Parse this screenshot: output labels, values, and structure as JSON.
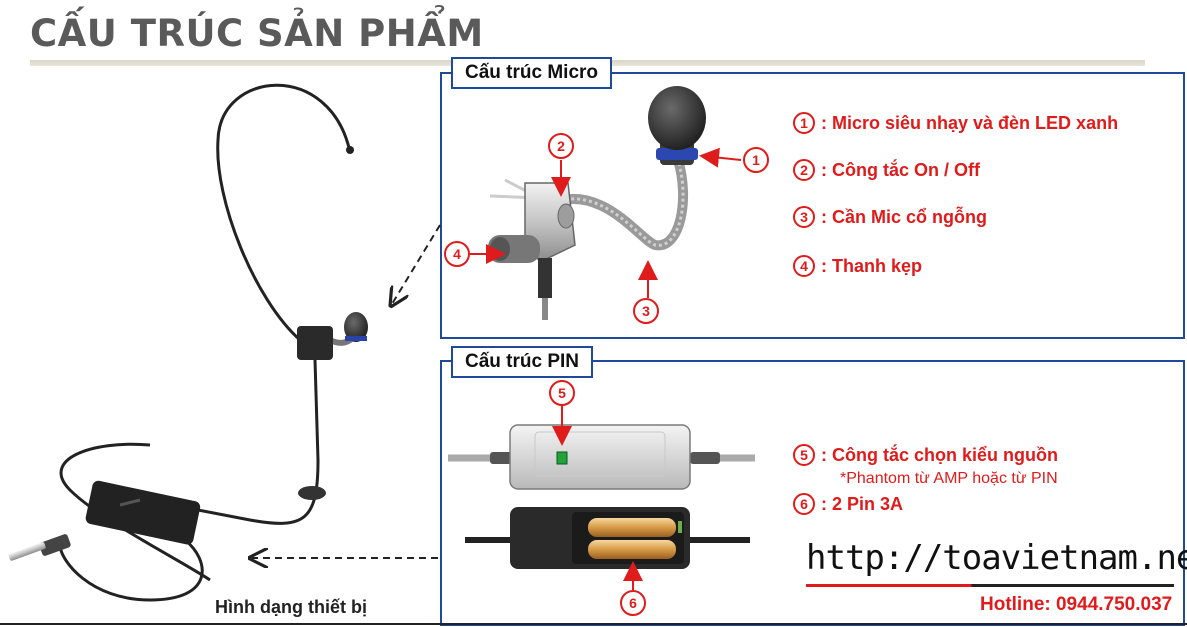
{
  "title": "CẤU TRÚC SẢN PHẨM",
  "mic_section": {
    "label": "Cấu trúc Micro",
    "items": [
      {
        "num": "1",
        "text": ": Micro siêu nhạy và đèn LED xanh"
      },
      {
        "num": "2",
        "text": ": Công tắc On / Off"
      },
      {
        "num": "3",
        "text": ": Cần Mic cổ ngỗng"
      },
      {
        "num": "4",
        "text": ": Thanh kẹp"
      }
    ]
  },
  "pin_section": {
    "label": "Cấu trúc PIN",
    "items": [
      {
        "num": "5",
        "text": ": Công tắc chọn kiểu nguồn",
        "note": "*Phantom từ AMP hoặc từ PIN"
      },
      {
        "num": "6",
        "text": ": 2 Pin 3A"
      }
    ]
  },
  "device_caption": "Hình dạng thiết bị",
  "website": "http://toavietnam.net",
  "hotline": "Hotline: 0944.750.037",
  "colors": {
    "accent_red": "#e01b1b",
    "frame_blue": "#1f4a9a"
  }
}
